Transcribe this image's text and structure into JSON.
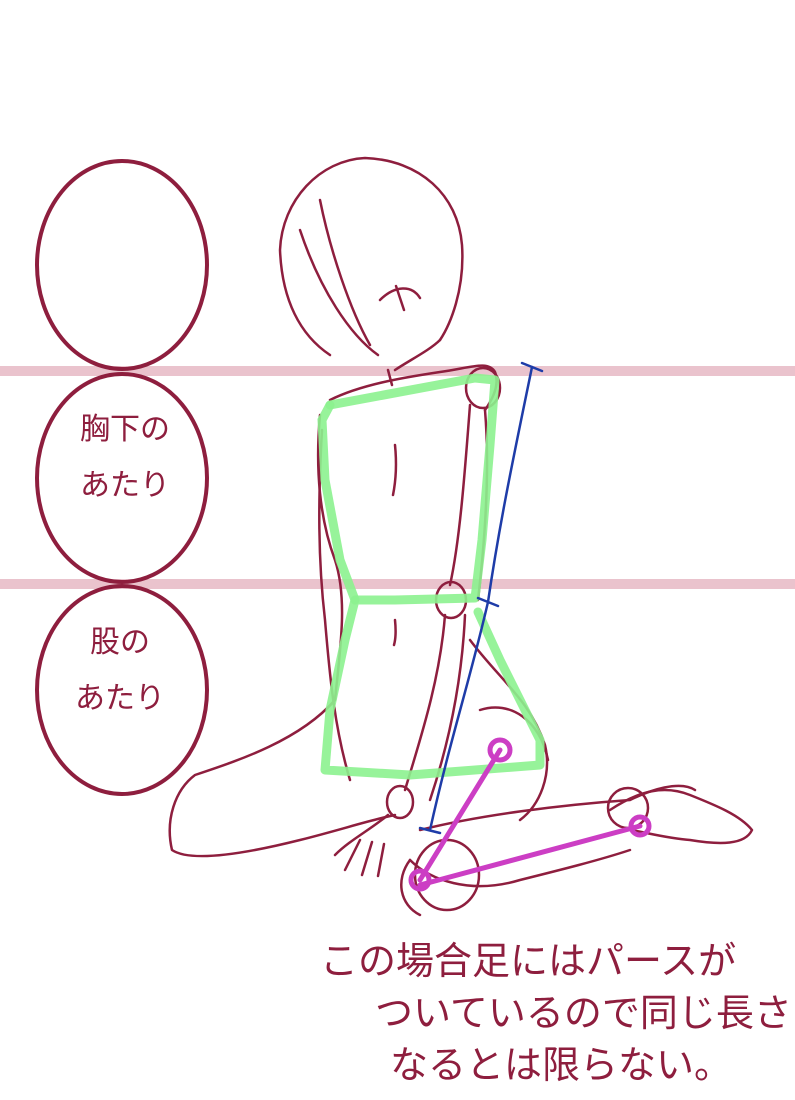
{
  "labels": {
    "circle_2": [
      "胸下の",
      "あたり"
    ],
    "circle_3": [
      "股の",
      "あたり"
    ]
  },
  "note": [
    "この場合足にはパースが",
    "ついているので同じ長さに",
    "なるとは限らない。"
  ],
  "colors": {
    "ink": "#8e1e3e",
    "guide_band": "#e6b9c4",
    "torso_box": "#8cf28f",
    "measure_line": "#1e3ca8",
    "leg_bone": "#cc3ec4"
  }
}
